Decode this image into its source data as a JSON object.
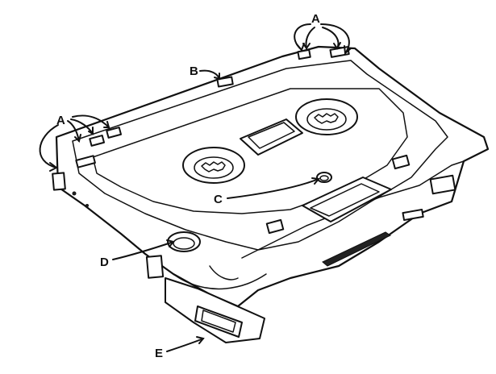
{
  "labels": {
    "a_top": "A",
    "a_left": "A",
    "b": "B",
    "c": "C",
    "d": "D",
    "e": "E"
  },
  "colors": {
    "ink": "#111111",
    "paper": "#ffffff"
  }
}
